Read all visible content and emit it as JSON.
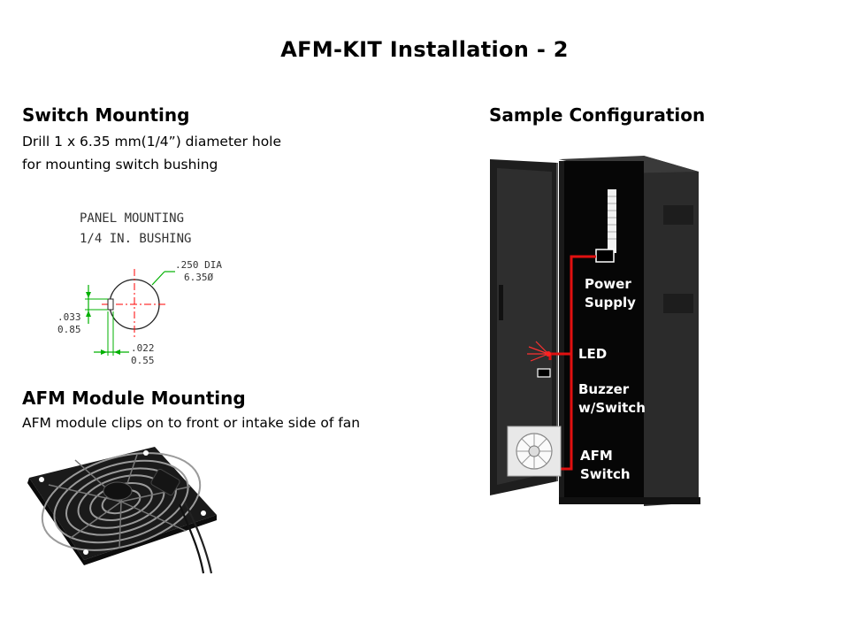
{
  "slide": {
    "title": "AFM-KIT Installation - 2"
  },
  "switch_mounting": {
    "heading": "Switch Mounting",
    "line1": "Drill 1 x 6.35 mm(1/4”) diameter hole",
    "line2": "for mounting switch bushing"
  },
  "drawing": {
    "caption1": "PANEL MOUNTING",
    "caption2": "1/4 IN. BUSHING",
    "dia_in": ".250 DIA",
    "dia_mm": "6.35Ø",
    "dim1_in": ".033",
    "dim1_mm": "0.85",
    "dim2_in": ".022",
    "dim2_mm": "0.55",
    "line_color": "#ff0000",
    "dim_color": "#00b000"
  },
  "afm_module": {
    "heading": "AFM Module Mounting",
    "line1": "AFM module clips on to front or intake side of fan"
  },
  "sample_config": {
    "heading": "Sample Configuration",
    "labels": {
      "power": [
        "Power",
        "Supply"
      ],
      "led": "LED",
      "buzzer": [
        "Buzzer",
        "w/Switch"
      ],
      "afm": [
        "AFM",
        "Switch"
      ]
    },
    "wire_color": "#e01010"
  }
}
